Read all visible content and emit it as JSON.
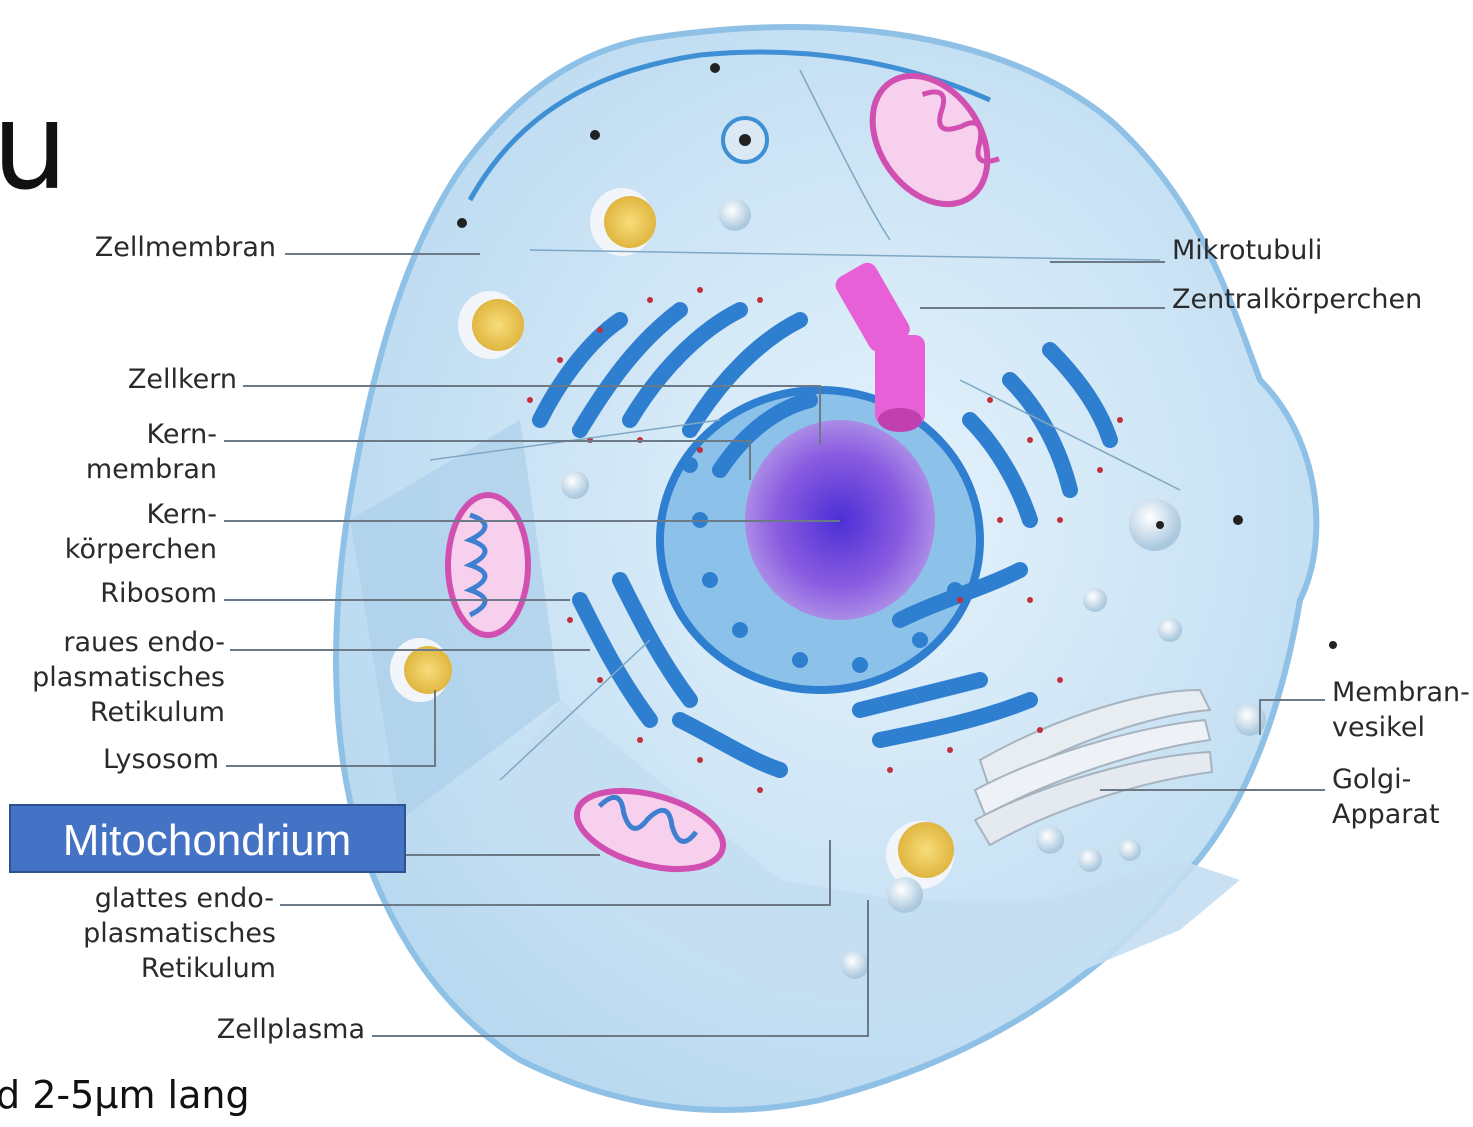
{
  "slide": {
    "title_fragment": "u",
    "footer_fragment": "d 2-5µm lang"
  },
  "highlight": {
    "label": "Mitochondrium",
    "box_color": "#4472c4"
  },
  "labels": {
    "zellmembran": "Zellmembran",
    "zellkern": "Zellkern",
    "kernmembran_1": "Kern-",
    "kernmembran_2": "membran",
    "kernkoerperchen_1": "Kern-",
    "kernkoerperchen_2": "körperchen",
    "ribosom": "Ribosom",
    "raues_er_1": "raues endo-",
    "raues_er_2": "plasmatisches",
    "raues_er_3": "Retikulum",
    "lysosom": "Lysosom",
    "glattes_er_1": "glattes endo-",
    "glattes_er_2": "plasmatisches",
    "glattes_er_3": "Retikulum",
    "zellplasma": "Zellplasma",
    "mikrotubuli": "Mikrotubuli",
    "zentralkoerperchen": "Zentralkörperchen",
    "membranvesikel_1": "Membran-",
    "membranvesikel_2": "vesikel",
    "golgi_1": "Golgi-",
    "golgi_2": "Apparat"
  },
  "colors": {
    "cytoplasm": "#cfe6f7",
    "membrane": "#4a9ad8",
    "er": "#2f7fd0",
    "nucleolus": "#7a3fd0",
    "mitochondrion": "#d04fb0",
    "centriole": "#e860d8",
    "lysosome": "#f2d060"
  }
}
